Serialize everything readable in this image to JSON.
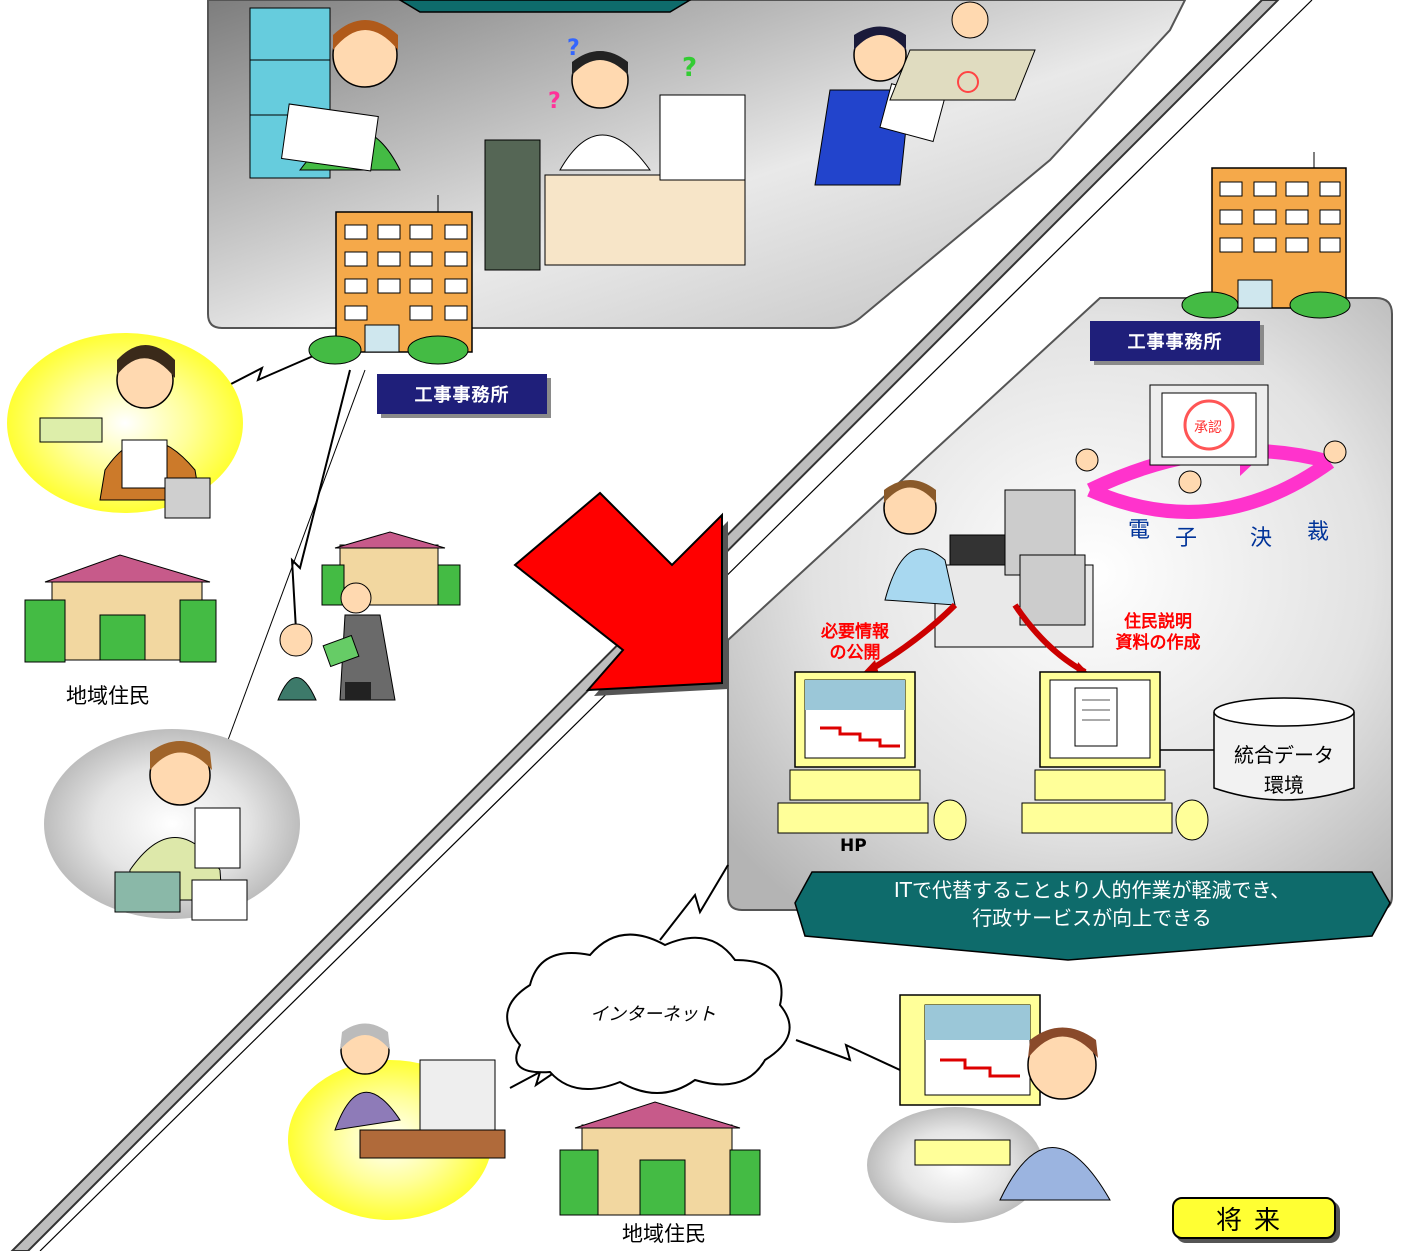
{
  "top_office": {
    "label": "工事事務所"
  },
  "future_office": {
    "label": "工事事務所"
  },
  "residents_left": {
    "label": "地域住民"
  },
  "residents_bottom": {
    "label": "地域住民"
  },
  "e_approval": {
    "chars": [
      "電",
      "子",
      "決",
      "裁"
    ],
    "stamp_text": "承認"
  },
  "publish_info": {
    "line1": "必要情報",
    "line2": "の公開"
  },
  "resident_docs": {
    "line1": "住民説明",
    "line2": "資料の作成"
  },
  "hp_label": "HP",
  "integrated_data": {
    "line1": "統合データ",
    "line2": "環境"
  },
  "internet": {
    "label": "インターネット"
  },
  "banner": {
    "line1": "ITで代替することより人的作業が軽減でき、",
    "line2": "行政サービスが向上できる"
  },
  "future_badge": "将来",
  "colors": {
    "navy": "#1f1f7a",
    "red_arrow": "#ff0000",
    "teal": "#0e6b6b",
    "magenta": "#ff33cc",
    "yellow": "#ffff33"
  }
}
